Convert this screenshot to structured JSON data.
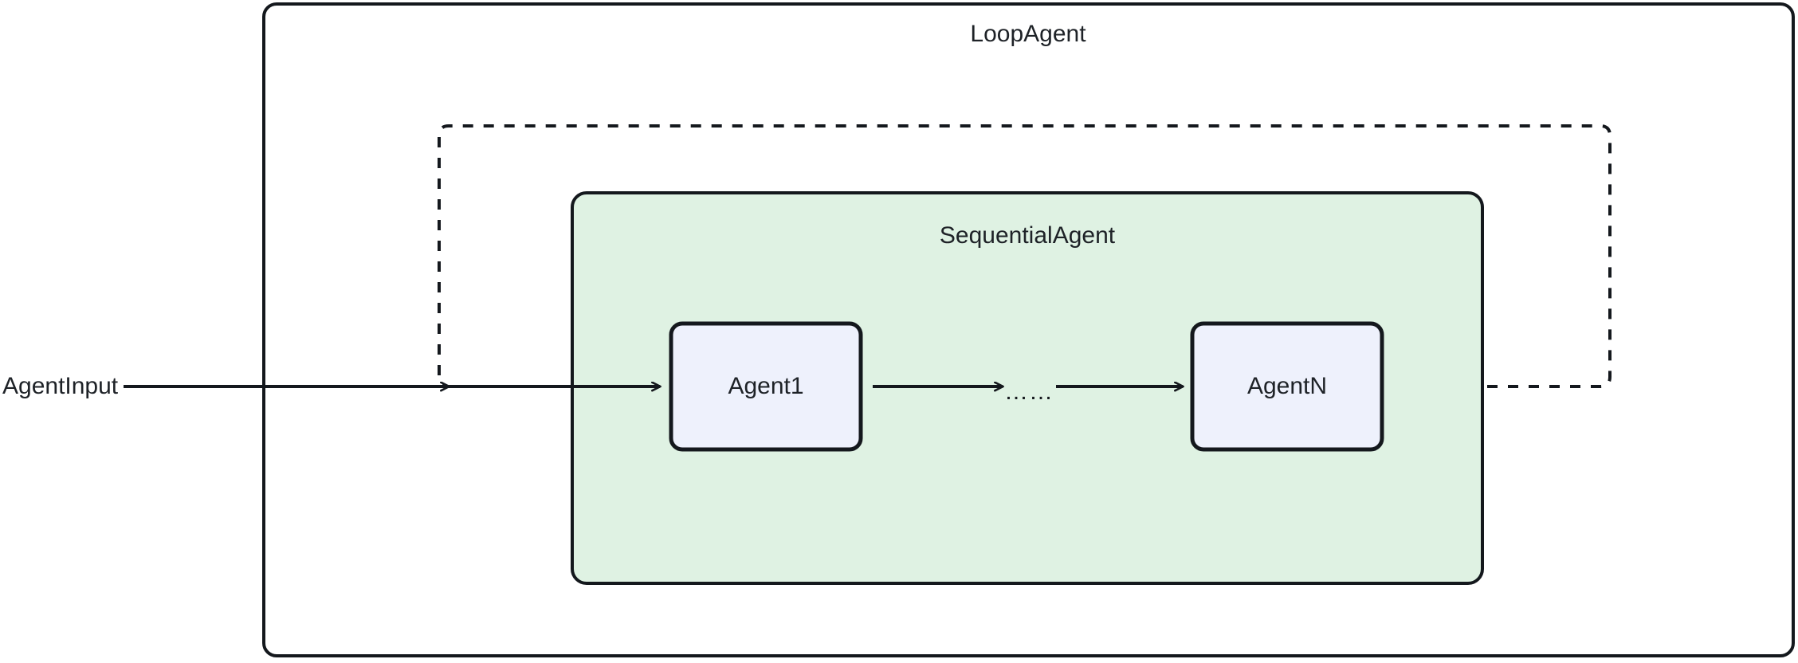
{
  "diagram": {
    "type": "agent-orchestration-flow",
    "background_color": "#ffffff",
    "stroke_color": "#14181d",
    "text_color": "#1e2227",
    "outer_container": {
      "label": "LoopAgent",
      "fill": "#ffffff",
      "border_style": "solid",
      "shape": "rounded-rectangle"
    },
    "inner_container": {
      "label": "SequentialAgent",
      "fill": "#dff2e3",
      "border_style": "solid",
      "shape": "rounded-rectangle"
    },
    "nodes": [
      {
        "id": "agent1",
        "label": "Agent1",
        "fill": "#eef1fc",
        "shape": "rounded-rectangle"
      },
      {
        "id": "agentN",
        "label": "AgentN",
        "fill": "#eef1fc",
        "shape": "rounded-rectangle"
      }
    ],
    "ellipsis": "……",
    "input_label": "AgentInput",
    "edges": [
      {
        "id": "input-to-agent1",
        "from": "AgentInput",
        "to": "Agent1",
        "style": "solid",
        "arrow": true
      },
      {
        "id": "agent1-to-ellipsis",
        "from": "Agent1",
        "to": "……",
        "style": "solid",
        "arrow": true
      },
      {
        "id": "ellipsis-to-agentN",
        "from": "……",
        "to": "AgentN",
        "style": "solid",
        "arrow": true
      },
      {
        "id": "agentN-loopback",
        "from": "AgentN",
        "to": "AgentInput",
        "style": "dashed",
        "arrow": true,
        "note": "loop-back"
      }
    ]
  }
}
